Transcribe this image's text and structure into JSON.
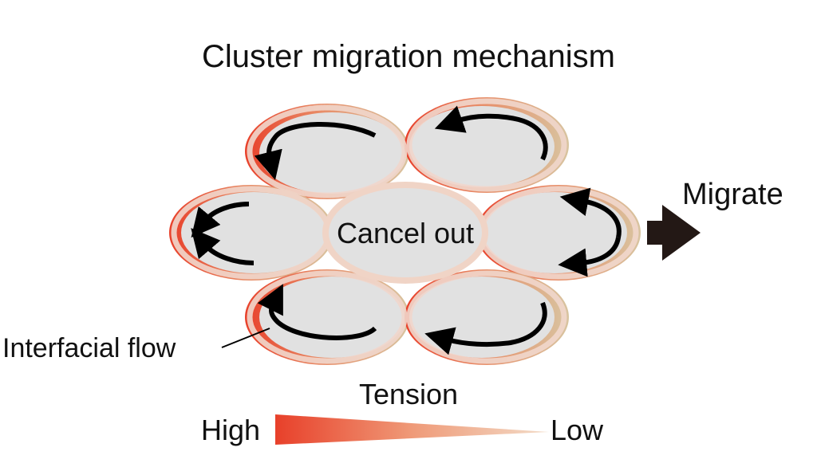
{
  "title": "Cluster migration mechanism",
  "center_label": "Cancel out",
  "migrate_label": "Migrate",
  "interfacial_label": "Interfacial flow",
  "tension": {
    "label": "Tension",
    "high": "High",
    "low": "Low"
  },
  "colors": {
    "high_tension": "#e8402a",
    "low_tension": "#d8c4a0",
    "cell_fill": "#e1e1e1",
    "arrow": "#000000",
    "migrate_arrow": "#231815"
  }
}
